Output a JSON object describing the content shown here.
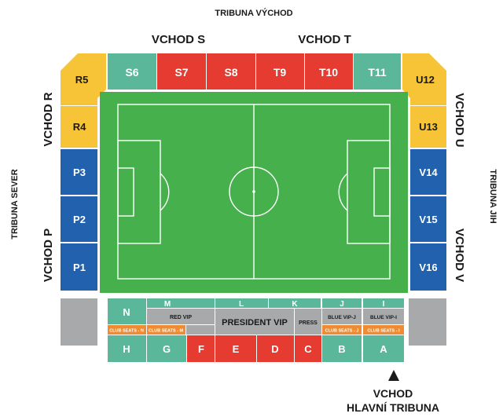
{
  "labels": {
    "tribuna_vychod": "TRIBUNA VÝCHOD",
    "vchod_s": "VCHOD S",
    "vchod_t": "VCHOD T",
    "vchod_r": "VCHOD R",
    "vchod_p": "VCHOD P",
    "vchod_u": "VCHOD U",
    "vchod_v": "VCHOD V",
    "tribuna_sever": "TRIBUNA SEVER",
    "tribuna_jih": "TRIBUNA JIH",
    "vchod_main_1": "VCHOD",
    "vchod_main_2": "HLAVNÍ TRIBUNA"
  },
  "colors": {
    "teal": "#5bb79a",
    "red": "#e63b30",
    "yellow": "#f6c436",
    "blue": "#2161ae",
    "orange": "#ef8c33",
    "gray": "#a7a9ab",
    "field": "#45b04c",
    "field_border": "#ffffff"
  },
  "sections": {
    "S6": "S6",
    "S7": "S7",
    "S8": "S8",
    "T9": "T9",
    "T10": "T10",
    "T11": "T11",
    "R5": "R5",
    "R4": "R4",
    "P3": "P3",
    "P2": "P2",
    "P1": "P1",
    "U12": "U12",
    "U13": "U13",
    "V14": "V14",
    "V15": "V15",
    "V16": "V16",
    "N": "N",
    "M": "M",
    "L": "L",
    "K": "K",
    "J": "J",
    "I": "I",
    "H": "H",
    "G": "G",
    "F": "F",
    "E": "E",
    "D": "D",
    "C": "C",
    "B": "B",
    "A": "A"
  },
  "main_stand": {
    "red_vip": "RED VIP",
    "president_vip": "PRESIDENT VIP",
    "press": "PRESS",
    "blue_vip_j": "BLUE VIP-J",
    "blue_vip_i": "BLUE VIP-I",
    "club_seats_n": "CLUB SEATS - N",
    "club_seats_m": "CLUB SEATS - M",
    "club_seats_j": "CLUB SEATS - J",
    "club_seats_i": "CLUB SEATS - I"
  }
}
